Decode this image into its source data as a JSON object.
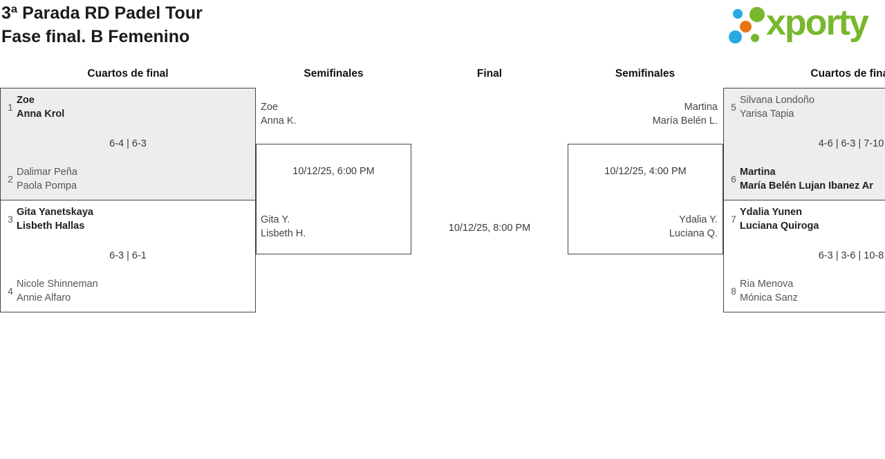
{
  "page": {
    "title_line1": "3ª Parada RD Padel Tour",
    "title_line2": "Fase final. B Femenino"
  },
  "logo": {
    "wordmark": "xporty",
    "colors": {
      "green": "#77b82d",
      "blue": "#29a9e1",
      "orange": "#e87511"
    }
  },
  "columns": {
    "qf_left": "Cuartos de final",
    "sf_left": "Semifinales",
    "final": "Final",
    "sf_right": "Semifinales",
    "qf_right": "Cuartos de final"
  },
  "matches": {
    "qf1": {
      "seed_top": "1",
      "team_top": [
        "Zoe",
        "Anna Krol"
      ],
      "score": "6-4 | 6-3",
      "seed_bottom": "2",
      "team_bottom": [
        "Dalimar Peña",
        "Paola Pompa"
      ]
    },
    "qf2": {
      "seed_top": "3",
      "team_top": [
        "Gita Yanetskaya",
        "Lisbeth Hallas"
      ],
      "score": "6-3 | 6-1",
      "seed_bottom": "4",
      "team_bottom": [
        "Nicole Shinneman",
        "Annie Alfaro"
      ]
    },
    "qf3": {
      "seed_top": "5",
      "team_top": [
        "Silvana Londoño",
        "Yarisa Tapia"
      ],
      "score": "4-6 | 6-3 | 7-10",
      "seed_bottom": "6",
      "team_bottom": [
        "Martina",
        "María Belén Lujan Ibanez Ar"
      ]
    },
    "qf4": {
      "seed_top": "7",
      "team_top": [
        "Ydalia Yunen",
        "Luciana Quiroga"
      ],
      "score": "6-3 | 3-6 | 10-8",
      "seed_bottom": "8",
      "team_bottom": [
        "Ria Menova",
        "Mónica Sanz"
      ]
    },
    "sf_left": {
      "team_top": [
        "Zoe",
        "Anna K."
      ],
      "datetime": "10/12/25, 6:00 PM",
      "team_bottom": [
        "Gita Y.",
        "Lisbeth H."
      ]
    },
    "sf_right": {
      "team_top": [
        "Martina",
        "María Belén L."
      ],
      "datetime": "10/12/25, 4:00 PM",
      "team_bottom": [
        "Ydalia Y.",
        "Luciana Q."
      ]
    },
    "final": {
      "datetime": "10/12/25, 8:00 PM"
    }
  }
}
